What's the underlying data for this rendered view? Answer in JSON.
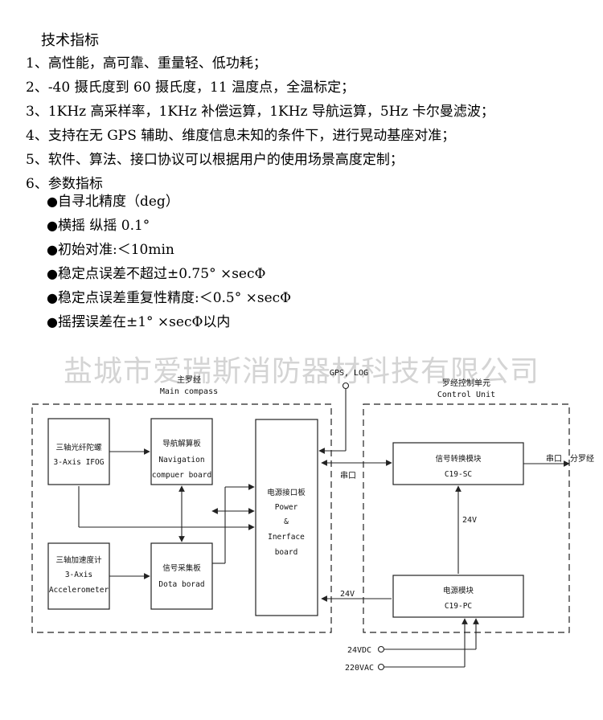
{
  "spec": {
    "title": "技术指标",
    "items": [
      "1、高性能，高可靠、重量轻、低功耗；",
      "2、-40 摄氏度到 60 摄氏度，11 温度点，全温标定；",
      "3、1KHz 高采样率，1KHz 补偿运算，1KHz 导航运算，5Hz 卡尔曼滤波；",
      "4、支持在无 GPS 辅助、维度信息未知的条件下，进行晃动基座对准；",
      "5、软件、算法、接口协议可以根据用户的使用场景高度定制；",
      "6、参数指标"
    ],
    "bullet_symbol": "●",
    "params": [
      "自寻北精度（deg）",
      "横摇 纵摇 0.1°",
      "初始对准:＜10min",
      "稳定点误差不超过±0.75° ×secΦ",
      "稳定点误差重复性精度:＜0.5° ×secΦ",
      "摇摆误差在±1° ×secΦ以内"
    ]
  },
  "watermark": "盐城市爱瑞斯消防器材科技有限公司",
  "diagram": {
    "main_compass_cn": "主罗经",
    "main_compass_en": "Main compass",
    "control_unit_cn": "罗经控制单元",
    "control_unit_en": "Control Unit",
    "gps_log": "GPS, LOG",
    "ifog_cn": "三轴光纤陀螺",
    "ifog_en": "3-Axis IFOG",
    "nav_cn": "导航解算板",
    "nav_en1": "Navigation",
    "nav_en2": "compuer board",
    "power_cn": "电源接口板",
    "power_en1": "Power",
    "power_en2": "&",
    "power_en3": "Inerface",
    "power_en4": "board",
    "accel_cn": "三轴加速度计",
    "accel_en1": "3-Axis",
    "accel_en2": "Accelerometer",
    "data_cn": "信号采集板",
    "data_en": "Dota borad",
    "signal_cn": "信号转换模块",
    "signal_en": "C19-SC",
    "psu_cn": "电源模块",
    "psu_en": "C19-PC",
    "serial_port": "串口",
    "serial_port_right": "串口",
    "repeater": "分罗经",
    "v24_vertical": "24V",
    "v24_horizontal": "24V",
    "in_24vdc": "24VDC",
    "in_220vac": "220VAC"
  }
}
